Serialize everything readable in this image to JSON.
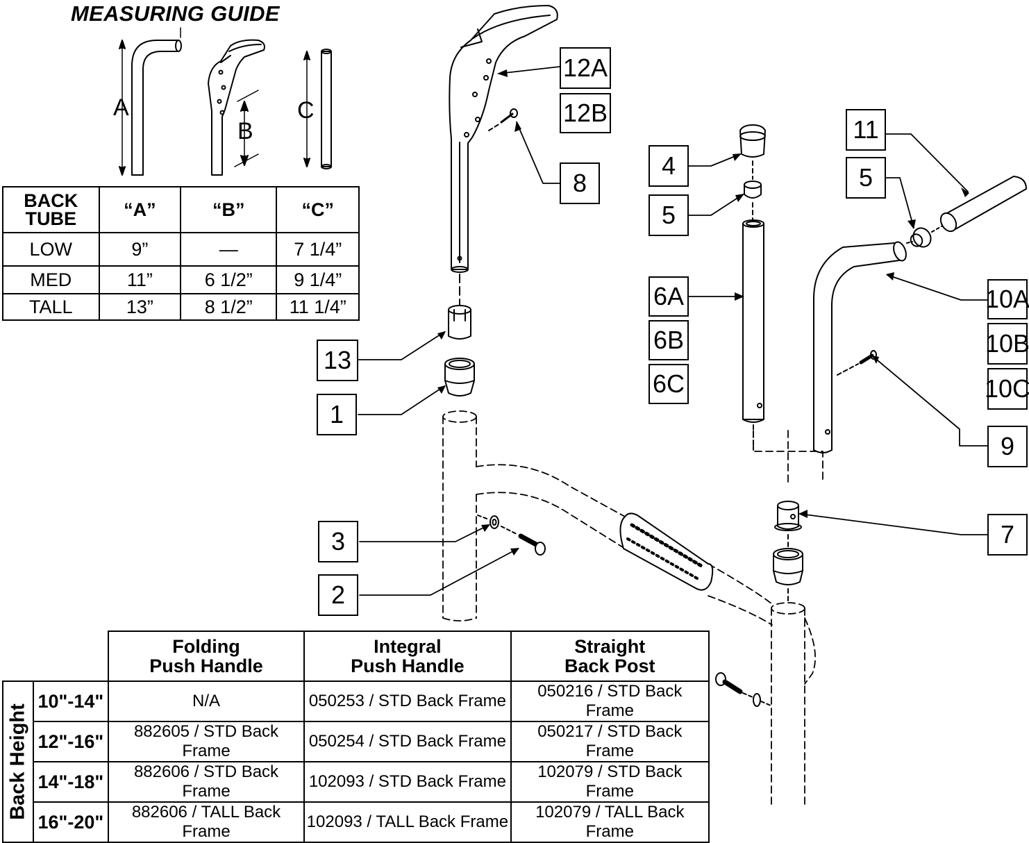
{
  "title": "MEASURING GUIDE",
  "dimension_letters": {
    "a": "A",
    "b": "B",
    "c": "C"
  },
  "measure_table": {
    "header": {
      "back_tube": "BACK TUBE",
      "a": "“A”",
      "b": "“B”",
      "c": "“C”"
    },
    "rows": [
      {
        "tube": "LOW",
        "a": "9”",
        "b": "—",
        "c": "7 1/4”"
      },
      {
        "tube": "MED",
        "a": "11”",
        "b": "6 1/2”",
        "c": "9 1/4”"
      },
      {
        "tube": "TALL",
        "a": "13”",
        "b": "8 1/2”",
        "c": "11 1/4”"
      }
    ]
  },
  "callouts": {
    "c12a": "12A",
    "c12b": "12B",
    "c8": "8",
    "c13": "13",
    "c1": "1",
    "c3": "3",
    "c2": "2",
    "c4": "4",
    "c5a": "5",
    "c6a": "6A",
    "c6b": "6B",
    "c6c": "6C",
    "c11": "11",
    "c5b": "5",
    "c10a": "10A",
    "c10b": "10B",
    "c10c": "10C",
    "c9": "9",
    "c7": "7"
  },
  "parts_table": {
    "columns": [
      {
        "line1": "Folding",
        "line2": "Push Handle"
      },
      {
        "line1": "Integral",
        "line2": "Push Handle"
      },
      {
        "line1": "Straight",
        "line2": "Back Post"
      }
    ],
    "side_label": "Back Height",
    "rows": [
      {
        "range": "10\"-14\"",
        "folding": "N/A",
        "integral": "050253 / STD Back Frame",
        "straight": "050216 / STD Back Frame"
      },
      {
        "range": "12\"-16\"",
        "folding": "882605 / STD Back Frame",
        "integral": "050254 / STD Back Frame",
        "straight": "050217 / STD Back Frame"
      },
      {
        "range": "14\"-18\"",
        "folding": "882606 / STD Back Frame",
        "integral": "102093 / STD Back Frame",
        "straight": "102079 / STD Back Frame"
      },
      {
        "range": "16\"-20\"",
        "folding": "882606 / TALL Back Frame",
        "integral": "102093 / TALL Back Frame",
        "straight": "102079 / TALL Back Frame"
      }
    ]
  }
}
